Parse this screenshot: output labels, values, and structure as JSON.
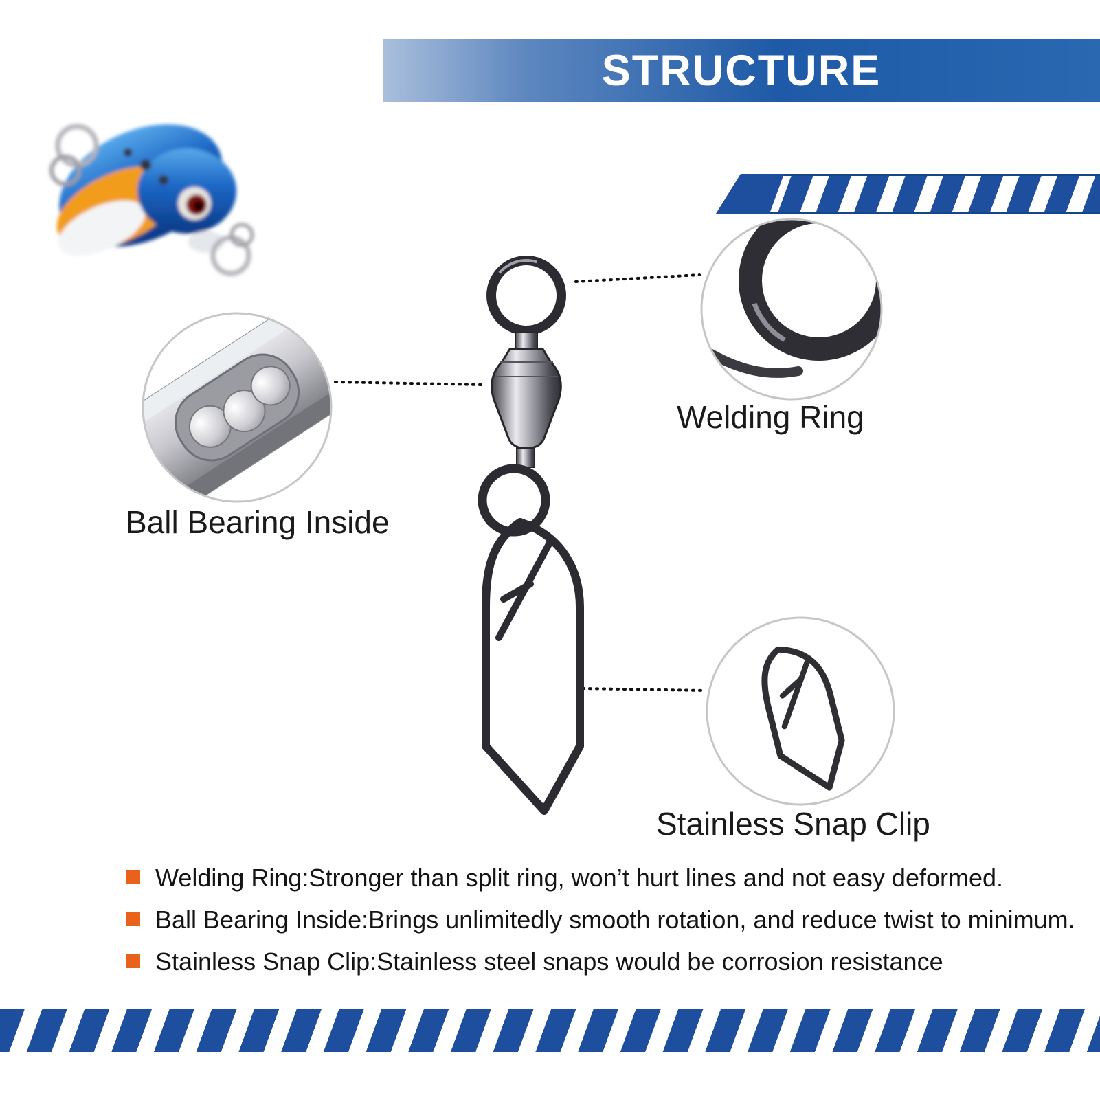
{
  "header": {
    "title": "STRUCTURE"
  },
  "callouts": {
    "welding_ring": "Welding Ring",
    "ball_bearing": "Ball Bearing Inside",
    "snap_clip": "Stainless Snap Clip"
  },
  "features": [
    "Welding Ring:Stronger than split ring, won’t hurt lines and not easy deformed.",
    "Ball Bearing Inside:Brings unlimitedly smooth rotation, and reduce twist to minimum.",
    "Stainless Snap Clip:Stainless steel snaps would be corrosion resistance"
  ],
  "colors": {
    "banner_blue": "#1e5aa7",
    "stripe_blue": "#1d4f9e",
    "bullet_orange": "#e8621c",
    "metal_dark": "#2b2b31"
  }
}
